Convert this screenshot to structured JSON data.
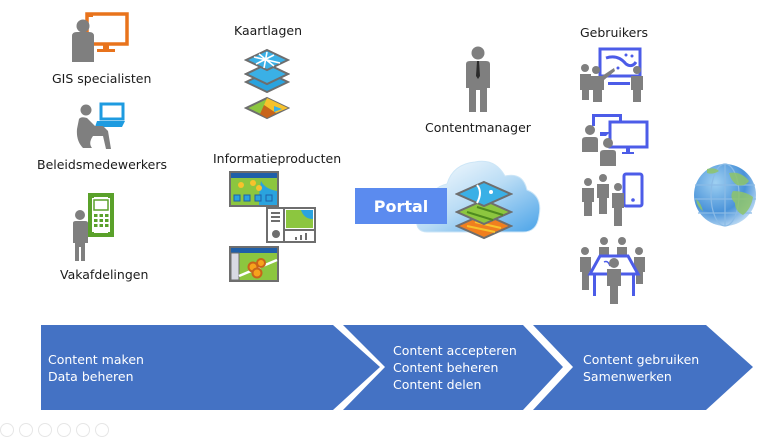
{
  "columns": {
    "producers": {
      "roles": [
        {
          "label": "GIS specialisten",
          "icon": "person-monitor-icon",
          "accent": "#e8731c"
        },
        {
          "label": "Beleidsmedewerkers",
          "icon": "seated-person-laptop-icon",
          "accent": "#1e9be0"
        },
        {
          "label": "Vakafdelingen",
          "icon": "person-field-device-icon",
          "accent": "#5aa12a"
        }
      ]
    },
    "content": {
      "layers_title": "Kaartlagen",
      "products_title": "Informatieproducten"
    },
    "portal": {
      "manager_label": "Contentmanager",
      "button_label": "Portal",
      "button_color": "#5b8bef"
    },
    "users": {
      "title": "Gebruikers",
      "accent": "#4c5ce8"
    }
  },
  "process": {
    "color": "#4472c4",
    "steps": [
      {
        "lines": [
          "Content maken",
          "Data beheren"
        ]
      },
      {
        "lines": [
          "Content accepteren",
          "Content beheren",
          "Content delen"
        ]
      },
      {
        "lines": [
          "Content gebruiken",
          "Samenwerken"
        ]
      }
    ]
  }
}
